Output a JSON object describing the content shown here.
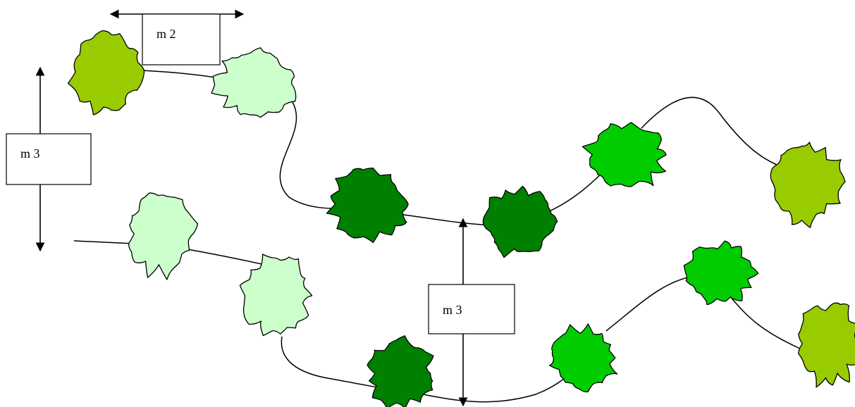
{
  "labels": {
    "top_width": "m 2",
    "left_height": "m 3",
    "middle_height": "m 3"
  },
  "colors": {
    "olive": "#99cc00",
    "pale": "#ccffcc",
    "dark": "#008000",
    "bright": "#00cc00",
    "line": "#000000"
  }
}
